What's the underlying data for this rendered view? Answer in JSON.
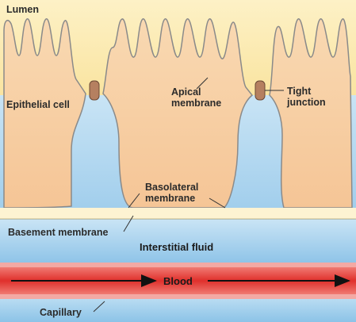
{
  "labels": {
    "lumen": "Lumen",
    "epithelial_cell": "Epithelial cell",
    "apical_line1": "Apical",
    "apical_line2": "membrane",
    "tight_line1": "Tight",
    "tight_line2": "junction",
    "basolateral_line1": "Basolateral",
    "basolateral_line2": "membrane",
    "basement_membrane": "Basement membrane",
    "interstitial_fluid": "Interstitial fluid",
    "blood": "Blood",
    "capillary": "Capillary"
  },
  "colors": {
    "lumen": "#fbe8a8",
    "cell": "#f7cfa3",
    "cell_edge": "#8a8a8a",
    "interstitial": "#a8d2ee",
    "basement": "#fdf3d2",
    "blood": "#e8433f",
    "capillary_wall": "#f3a9a4",
    "tight_junction": "#b58060"
  }
}
